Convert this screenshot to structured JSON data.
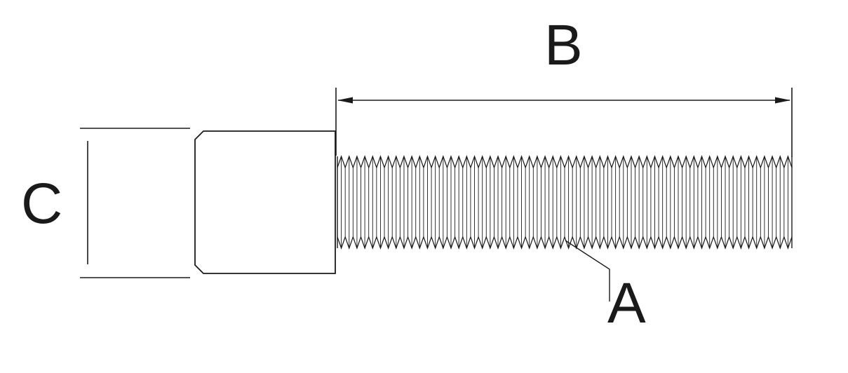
{
  "diagram": {
    "labels": {
      "a": "A",
      "b": "B",
      "c": "C"
    },
    "colors": {
      "stroke": "#1a1a1a",
      "background": "#ffffff"
    }
  }
}
